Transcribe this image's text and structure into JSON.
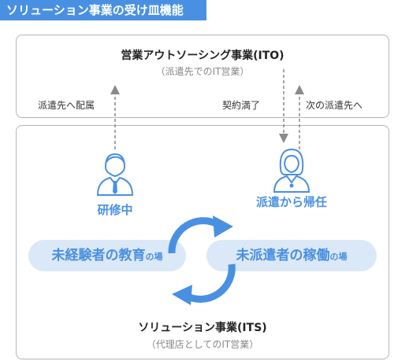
{
  "title": "ソリューション事業の受け皿機能",
  "ito": {
    "title": "営業アウトソーシング事業(ITO)",
    "subtitle": "（派遣先でのIT営業）"
  },
  "its": {
    "title": "ソリューション事業(ITS)",
    "subtitle": "（代理店としてのIT営業）"
  },
  "flows": {
    "left_up": "派遣先へ配属",
    "right_down": "契約満了",
    "right_up": "次の派遣先へ"
  },
  "people": {
    "training": "研修中",
    "returned": "派遣から帰任"
  },
  "pills": {
    "left_main": "未経験者の教育",
    "left_suffix": "の場",
    "right_main": "未派遣者の稼働",
    "right_suffix": "の場"
  },
  "colors": {
    "accent": "#4a90e2",
    "pill_bg": "#dbe8f7",
    "border": "#b5b5b5",
    "muted_text": "#888888"
  },
  "icons": {
    "male_person": "male-person-icon",
    "female_person": "female-person-icon",
    "cycle": "cycle-arrows-icon"
  }
}
